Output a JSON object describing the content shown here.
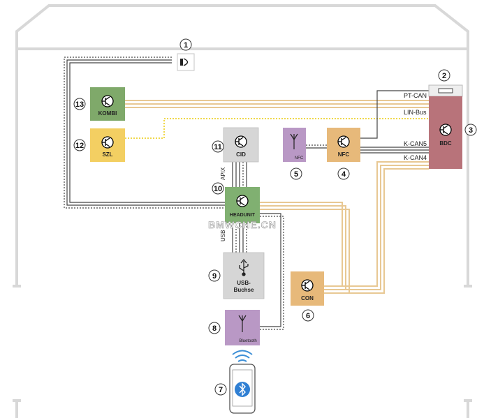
{
  "modules": {
    "kombi": "KOMBI",
    "szl": "SZL",
    "cid": "CID",
    "nfc_antenna": "NFC",
    "nfc": "NFC",
    "bdc": "BDC",
    "headunit": "HEADUNIT",
    "usb_line1": "USB-",
    "usb_line2": "Buchse",
    "con": "CON",
    "bluetooth": "Bluetooth"
  },
  "buses": {
    "pt_can": "PT-CAN",
    "lin_bus": "LIN-Bus",
    "k_can5": "K-CAN5",
    "k_can4": "K-CAN4",
    "apix": "APIX",
    "usb": "USB"
  },
  "numbers": {
    "n1": "1",
    "n2": "2",
    "n3": "3",
    "n4": "4",
    "n5": "5",
    "n6": "6",
    "n7": "7",
    "n8": "8",
    "n9": "9",
    "n10": "10",
    "n11": "11",
    "n12": "12",
    "n13": "13"
  },
  "watermark": "BMWCHE.CN",
  "colors": {
    "kombi": "#7fa96a",
    "szl": "#f3cf62",
    "cid": "#d6d6d6",
    "nfc_antenna": "#b998c5",
    "nfc": "#e7b97a",
    "bdc": "#b8737a",
    "headunit": "#80b071",
    "usb": "#d6d6d6",
    "con": "#e7b97a",
    "bluetooth": "#b998c5",
    "wire_tan": "#e8c893",
    "wire_yellow": "#f0d84a",
    "wire_dark": "#444444",
    "car_outline": "#d4d4d4"
  }
}
